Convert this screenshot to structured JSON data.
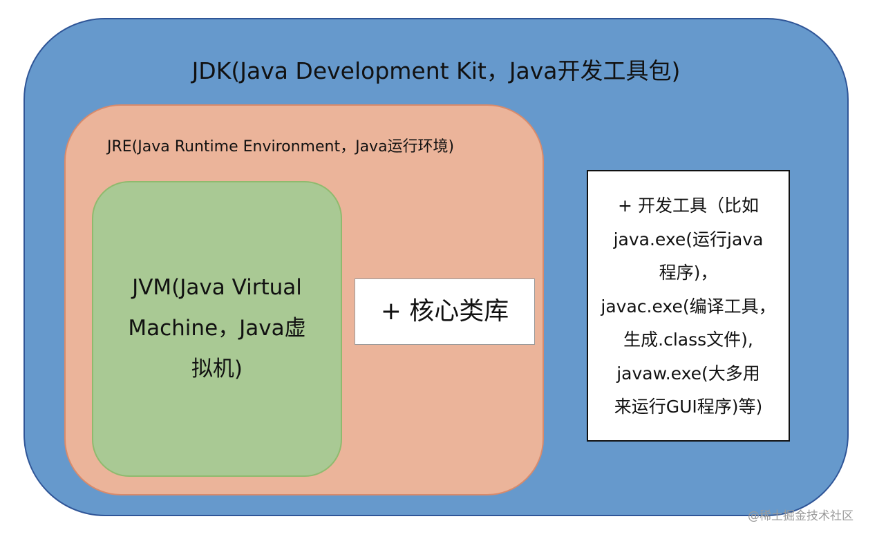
{
  "colors": {
    "jdk_fill": "#6699cc",
    "jre_fill": "#ebb49a",
    "jvm_fill": "#a9c994",
    "box_fill": "#ffffff"
  },
  "jdk": {
    "label": "JDK(Java Development Kit，Java开发工具包)"
  },
  "jre": {
    "label": "JRE(Java Runtime Environment，Java运行环境)"
  },
  "jvm": {
    "label": "JVM(Java Virtual\nMachine，Java虚\n拟机)"
  },
  "core_library": {
    "label": "+ 核心类库"
  },
  "dev_tools": {
    "label": "+ 开发工具（比如\njava.exe(运行java\n程序)，\njavac.exe(编译工具，\n生成.class文件),\njavaw.exe(大多用\n来运行GUI程序)等)"
  },
  "watermark": {
    "text": "@稀土掘金技术社区"
  }
}
